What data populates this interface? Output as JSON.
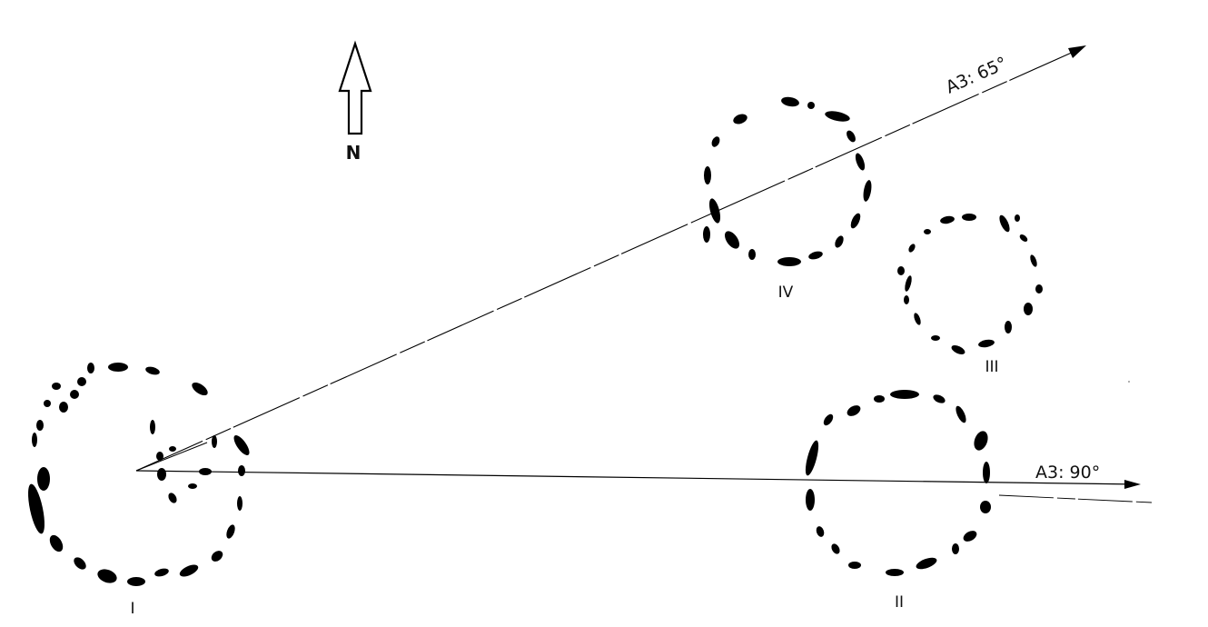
{
  "north_label": "N",
  "circles": [
    {
      "id": "I",
      "label": "I"
    },
    {
      "id": "II",
      "label": "II"
    },
    {
      "id": "III",
      "label": "III"
    },
    {
      "id": "IV",
      "label": "IV"
    }
  ],
  "alignments": [
    {
      "id": "a3-65",
      "label": "A3: 65°",
      "azimuth_deg": 65
    },
    {
      "id": "a3-90",
      "label": "A3: 90°",
      "azimuth_deg": 90
    }
  ]
}
